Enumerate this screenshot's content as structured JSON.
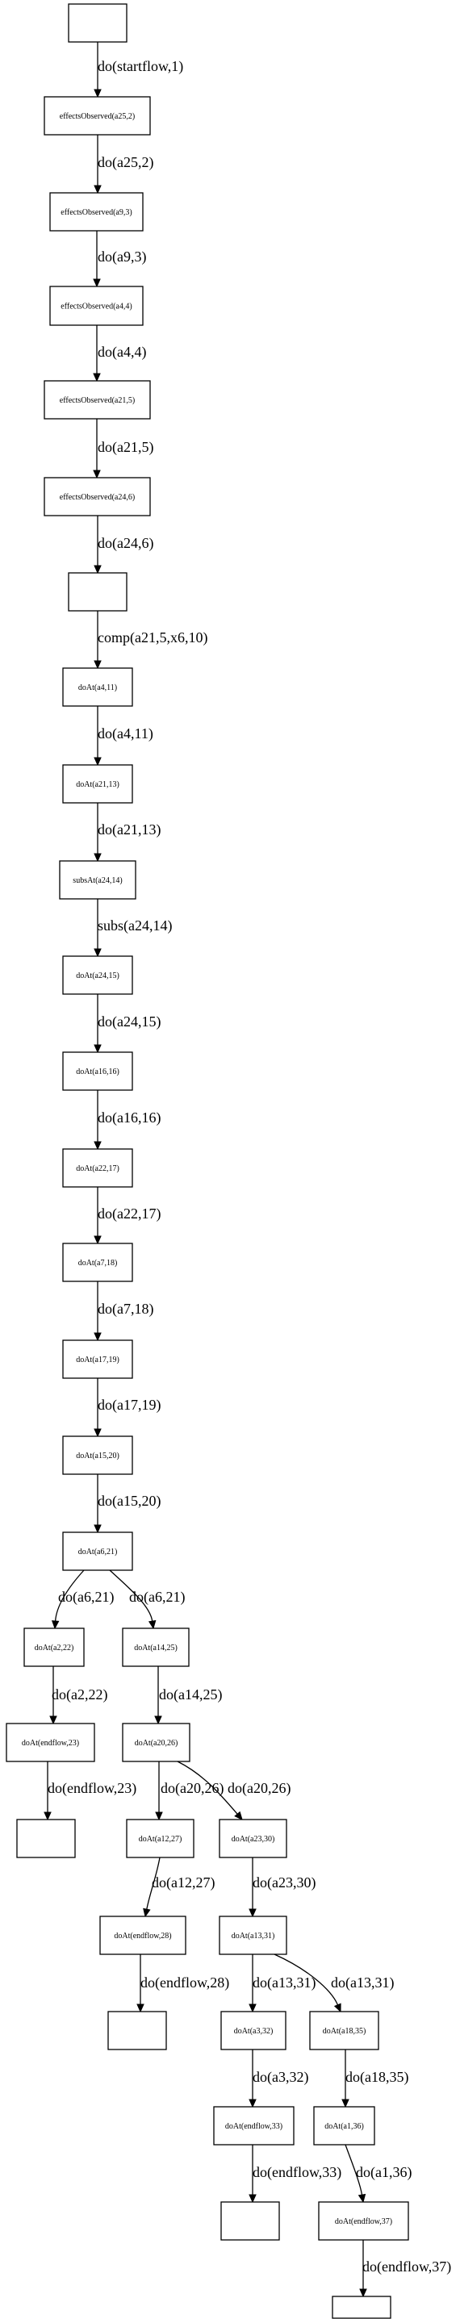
{
  "diagram": {
    "nodes": [
      {
        "id": "n0",
        "label": ""
      },
      {
        "id": "n1",
        "label": "effectsObserved(a25,2)"
      },
      {
        "id": "n2",
        "label": "effectsObserved(a9,3)"
      },
      {
        "id": "n3",
        "label": "effectsObserved(a4,4)"
      },
      {
        "id": "n4",
        "label": "effectsObserved(a21,5)"
      },
      {
        "id": "n5",
        "label": "effectsObserved(a24,6)"
      },
      {
        "id": "n6",
        "label": ""
      },
      {
        "id": "n7",
        "label": "doAt(a4,11)"
      },
      {
        "id": "n8",
        "label": "doAt(a21,13)"
      },
      {
        "id": "n9",
        "label": "subsAt(a24,14)"
      },
      {
        "id": "n10",
        "label": "doAt(a24,15)"
      },
      {
        "id": "n11",
        "label": "doAt(a16,16)"
      },
      {
        "id": "n12",
        "label": "doAt(a22,17)"
      },
      {
        "id": "n13",
        "label": "doAt(a7,18)"
      },
      {
        "id": "n14",
        "label": "doAt(a17,19)"
      },
      {
        "id": "n15",
        "label": "doAt(a15,20)"
      },
      {
        "id": "n16",
        "label": "doAt(a6,21)"
      },
      {
        "id": "n17",
        "label": "doAt(a2,22)"
      },
      {
        "id": "n18",
        "label": "doAt(a14,25)"
      },
      {
        "id": "n19",
        "label": "doAt(endflow,23)"
      },
      {
        "id": "n20",
        "label": "doAt(a20,26)"
      },
      {
        "id": "n21",
        "label": ""
      },
      {
        "id": "n22",
        "label": "doAt(a12,27)"
      },
      {
        "id": "n23",
        "label": "doAt(a23,30)"
      },
      {
        "id": "n24",
        "label": "doAt(endflow,28)"
      },
      {
        "id": "n25",
        "label": "doAt(a13,31)"
      },
      {
        "id": "n26",
        "label": ""
      },
      {
        "id": "n27",
        "label": "doAt(a3,32)"
      },
      {
        "id": "n28",
        "label": "doAt(a18,35)"
      },
      {
        "id": "n29",
        "label": "doAt(endflow,33)"
      },
      {
        "id": "n30",
        "label": "doAt(a1,36)"
      },
      {
        "id": "n31",
        "label": ""
      },
      {
        "id": "n32",
        "label": "doAt(endflow,37)"
      },
      {
        "id": "n33",
        "label": ""
      }
    ],
    "edges": [
      {
        "from": "n0",
        "to": "n1",
        "label": "do(startflow,1)"
      },
      {
        "from": "n1",
        "to": "n2",
        "label": "do(a25,2)"
      },
      {
        "from": "n2",
        "to": "n3",
        "label": "do(a9,3)"
      },
      {
        "from": "n3",
        "to": "n4",
        "label": "do(a4,4)"
      },
      {
        "from": "n4",
        "to": "n5",
        "label": "do(a21,5)"
      },
      {
        "from": "n5",
        "to": "n6",
        "label": "do(a24,6)"
      },
      {
        "from": "n6",
        "to": "n7",
        "label": "comp(a21,5,x6,10)"
      },
      {
        "from": "n7",
        "to": "n8",
        "label": "do(a4,11)"
      },
      {
        "from": "n8",
        "to": "n9",
        "label": "do(a21,13)"
      },
      {
        "from": "n9",
        "to": "n10",
        "label": "subs(a24,14)"
      },
      {
        "from": "n10",
        "to": "n11",
        "label": "do(a24,15)"
      },
      {
        "from": "n11",
        "to": "n12",
        "label": "do(a16,16)"
      },
      {
        "from": "n12",
        "to": "n13",
        "label": "do(a22,17)"
      },
      {
        "from": "n13",
        "to": "n14",
        "label": "do(a7,18)"
      },
      {
        "from": "n14",
        "to": "n15",
        "label": "do(a17,19)"
      },
      {
        "from": "n15",
        "to": "n16",
        "label": "do(a15,20)"
      },
      {
        "from": "n16",
        "to": "n17",
        "label": "do(a6,21)"
      },
      {
        "from": "n16",
        "to": "n18",
        "label": "do(a6,21)"
      },
      {
        "from": "n17",
        "to": "n19",
        "label": "do(a2,22)"
      },
      {
        "from": "n18",
        "to": "n20",
        "label": "do(a14,25)"
      },
      {
        "from": "n19",
        "to": "n21",
        "label": "do(endflow,23)"
      },
      {
        "from": "n20",
        "to": "n22",
        "label": "do(a20,26)"
      },
      {
        "from": "n20",
        "to": "n23",
        "label": "do(a20,26)"
      },
      {
        "from": "n22",
        "to": "n24",
        "label": "do(a12,27)"
      },
      {
        "from": "n23",
        "to": "n25",
        "label": "do(a23,30)"
      },
      {
        "from": "n24",
        "to": "n26",
        "label": "do(endflow,28)"
      },
      {
        "from": "n25",
        "to": "n27",
        "label": "do(a13,31)"
      },
      {
        "from": "n25",
        "to": "n28",
        "label": "do(a13,31)"
      },
      {
        "from": "n27",
        "to": "n29",
        "label": "do(a3,32)"
      },
      {
        "from": "n28",
        "to": "n30",
        "label": "do(a18,35)"
      },
      {
        "from": "n29",
        "to": "n31",
        "label": "do(endflow,33)"
      },
      {
        "from": "n30",
        "to": "n32",
        "label": "do(a1,36)"
      },
      {
        "from": "n32",
        "to": "n33",
        "label": "do(endflow,37)"
      }
    ]
  }
}
